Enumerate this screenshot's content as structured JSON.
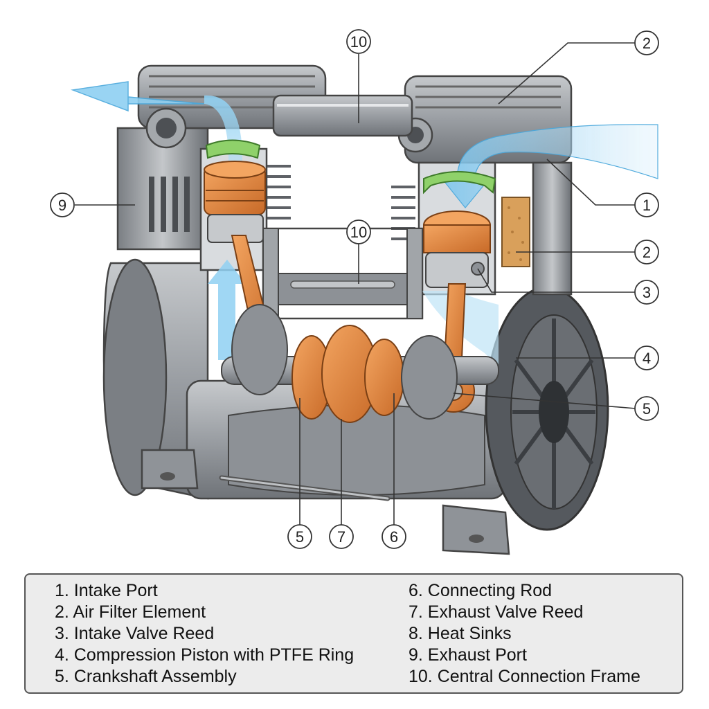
{
  "callouts": [
    {
      "id": "c10a",
      "label": "10"
    },
    {
      "id": "c2a",
      "label": "2"
    },
    {
      "id": "c9",
      "label": "9"
    },
    {
      "id": "c1",
      "label": "1"
    },
    {
      "id": "c10b",
      "label": "10"
    },
    {
      "id": "c2b",
      "label": "2"
    },
    {
      "id": "c3",
      "label": "3"
    },
    {
      "id": "c4",
      "label": "4"
    },
    {
      "id": "c5a",
      "label": "5"
    },
    {
      "id": "c5b",
      "label": "5"
    },
    {
      "id": "c7",
      "label": "7"
    },
    {
      "id": "c6",
      "label": "6"
    }
  ],
  "legend": {
    "left": [
      "1. Intake Port",
      "2. Air Filter Element",
      "3. Intake Valve Reed",
      "4. Compression Piston with PTFE Ring",
      "5. Crankshaft Assembly"
    ],
    "right": [
      "6. Connecting Rod",
      "7. Exhaust Valve Reed",
      "8. Heat Sinks",
      "9. Exhaust Port",
      "10. Central Connection Frame"
    ]
  },
  "colors": {
    "metal_dark": "#6f7378",
    "metal_mid": "#9a9ea3",
    "metal_light": "#c6c9cc",
    "copper": "#e0813a",
    "copper_light": "#f3a561",
    "airflow": "#8fd0f2",
    "gasket": "#8fd16a",
    "filter": "#d9a05b"
  }
}
